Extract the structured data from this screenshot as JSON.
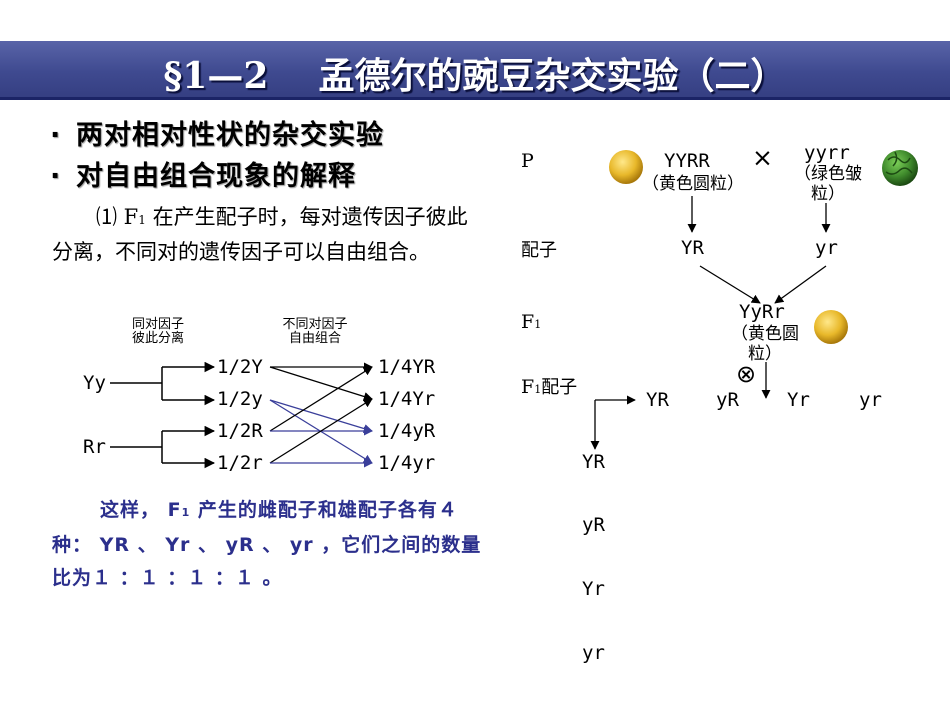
{
  "header": {
    "title": "§1—2    孟德尔的豌豆杂交实验（二）"
  },
  "bullets": [
    "两对相对性状的杂交实验",
    "对自由组合现象的解释"
  ],
  "para1": {
    "prefix": "⑴ F",
    "sub": "1",
    "text": " 在产生配子时，每对遗传因子彼此分离，不同对的遗传因子可以自由组合。"
  },
  "left_diagram": {
    "head_same": [
      "同对因子",
      "彼此分离"
    ],
    "head_diff": [
      "不同对因子",
      "自由组合"
    ],
    "parents": [
      "Yy",
      "Rr"
    ],
    "gametes_single": [
      "1/2Y",
      "1/2y",
      "1/2R",
      "1/2r"
    ],
    "gametes_combo": [
      "1/4YR",
      "1/4Yr",
      "1/4yR",
      "1/4yr"
    ],
    "line_colors": {
      "black": "#000000",
      "blue": "#3a3f9a"
    }
  },
  "para2": {
    "lead": "这样， F",
    "sub": "1",
    "text": " 产生的雌配子和雄配子各有４种： YR 、 Yr 、 yR 、 yr ，它们之间的数量比为１ ：１ ：１ ：１ 。"
  },
  "right_diagram": {
    "row_labels": {
      "p": "P",
      "gametes": "配子",
      "f1": "F",
      "f1_sub": "1",
      "f1_gametes": "F",
      "f1_gametes_sub": "1",
      "f1_gametes_suffix": "配子"
    },
    "parent_left": {
      "genotype": "YYRR",
      "phenotype": "（黄色圆粒）"
    },
    "cross_symbol": "×",
    "parent_right": {
      "genotype": "yyrr",
      "phenotype_line1": "（绿色皱",
      "phenotype_line2": "粒）"
    },
    "gamete_left": "YR",
    "gamete_right": "yr",
    "f1": {
      "genotype": "YyRr",
      "phenotype_line1": "（黄色圆",
      "phenotype_line2": "粒）"
    },
    "self_symbol": "⊗",
    "punnett_top": [
      "YR",
      "yR",
      "Yr",
      "yr"
    ],
    "punnett_left": [
      "YR",
      "yR",
      "Yr",
      "yr"
    ],
    "colors": {
      "yellow_pea": "#e8b82a",
      "green_pea": "#3f8a2c"
    }
  }
}
